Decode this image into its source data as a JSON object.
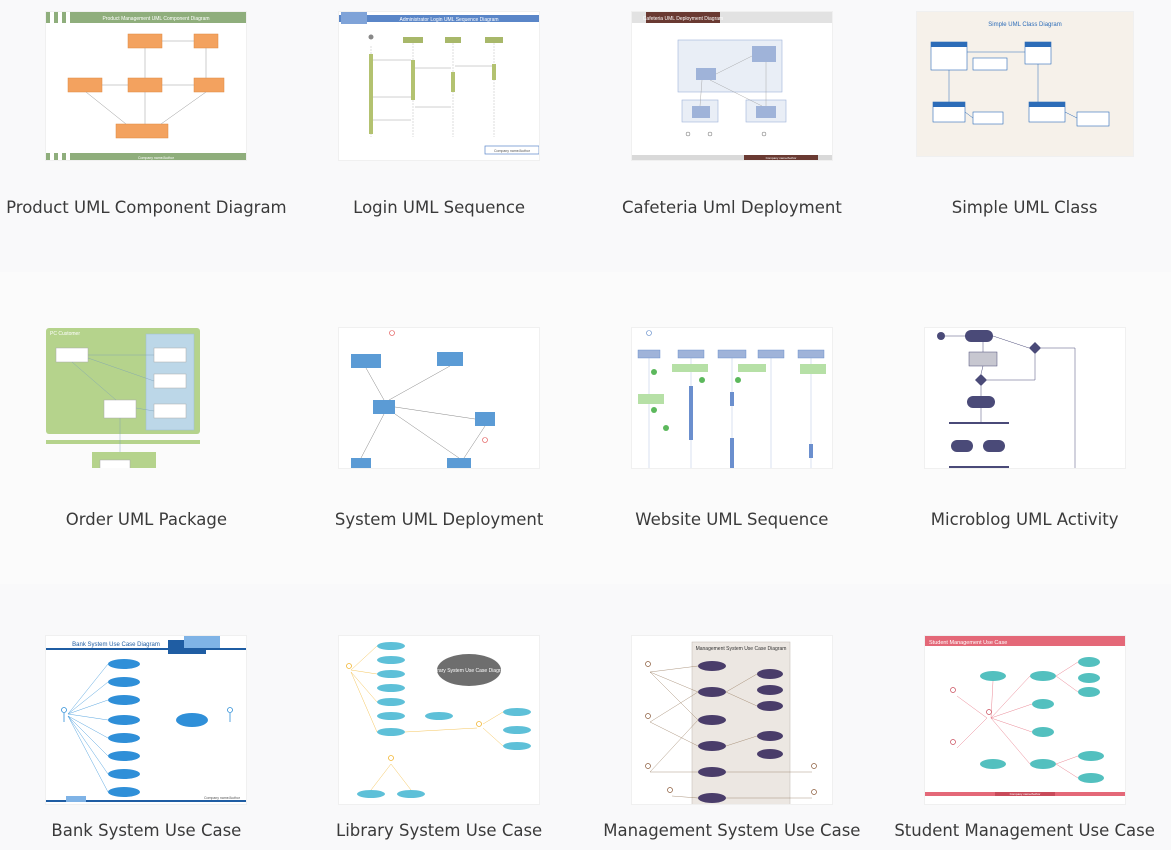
{
  "templates": [
    {
      "title": "Product UML Component Diagram",
      "thumb_title": "Product Management UML Component Diagram",
      "thumb_footer": "Company name/Author"
    },
    {
      "title": "Login UML Sequence",
      "thumb_title": "Administrator Login UML Sequence Diagram",
      "thumb_footer": "Company name/Author"
    },
    {
      "title": "Cafeteria Uml Deployment",
      "thumb_title": "Cafeteria UML Deployment Diagram",
      "thumb_footer": "Company name/Author"
    },
    {
      "title": "Simple UML Class",
      "thumb_title": "Simple UML Class Diagram"
    },
    {
      "title": "Order UML Package",
      "thumb_title": "PC Customer"
    },
    {
      "title": "System UML Deployment"
    },
    {
      "title": "Website UML Sequence"
    },
    {
      "title": "Microblog UML Activity"
    },
    {
      "title": "Bank System Use Case",
      "thumb_title": "Bank System Use Case Diagram",
      "thumb_footer": "Company name/Author"
    },
    {
      "title": "Library System Use Case",
      "thumb_title": "Library System Use Case Diagram"
    },
    {
      "title": "Management System Use Case",
      "thumb_title": "Management System Use Case Diagram"
    },
    {
      "title": "Student Management Use Case",
      "thumb_title": "Student Management Use Case",
      "thumb_footer": "Company name/Author"
    }
  ],
  "colors": {
    "page_bg": "#f7f7f8",
    "label_text": "#3a3a3a",
    "component_orange": "#f3a25f",
    "banner_green": "#8fae7c",
    "sequence_green": "#a8b86a",
    "banner_blue": "#5a86c8",
    "node_blue": "#9fb3d9",
    "class_blue": "#2c6cb8",
    "package_green": "#b5d38c",
    "deploy_blue": "#5b9bd5",
    "activity_navy": "#4a4a78",
    "usecase_blue": "#2f8fd8",
    "usecase_cyan": "#5ec0d8",
    "usecase_navy": "#4a3d6a",
    "usecase_teal": "#53c0bf",
    "banner_red": "#e46878"
  }
}
